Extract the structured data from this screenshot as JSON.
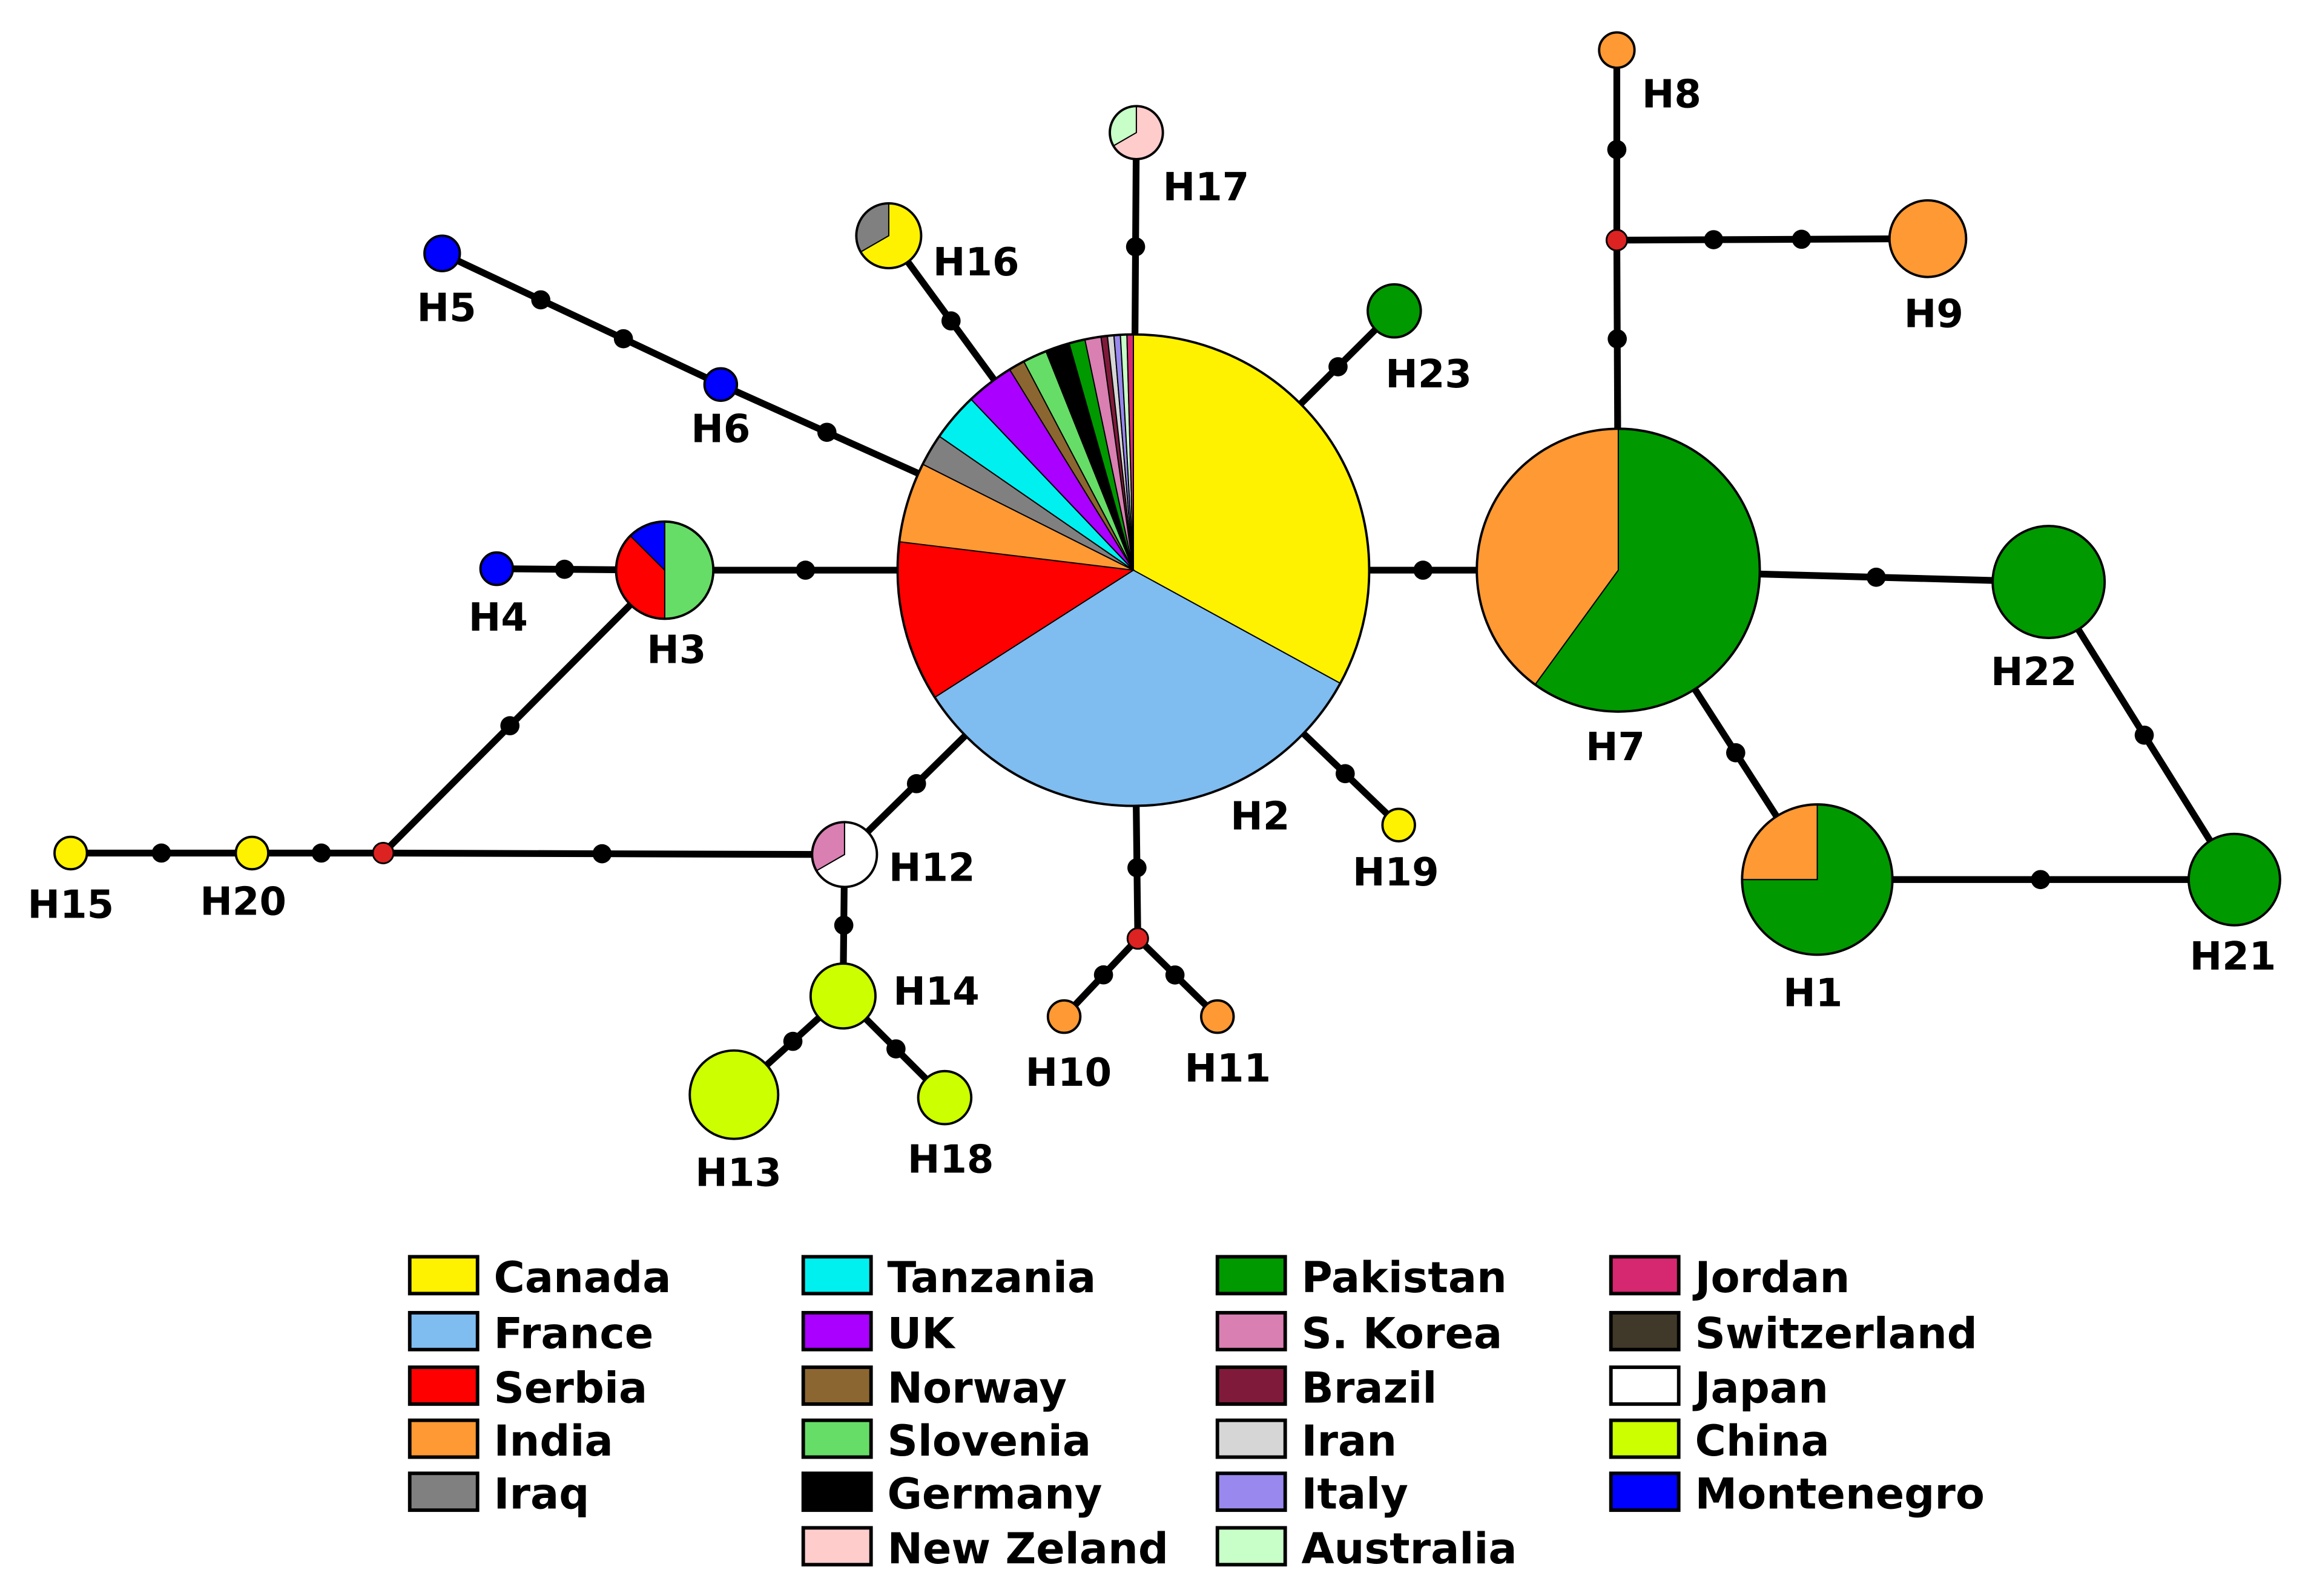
{
  "colors": {
    "Canada": "#FFF200",
    "France": "#7FBCF0",
    "Serbia": "#FF0000",
    "India": "#FF9933",
    "Iraq": "#808080",
    "Tanzania": "#00F0F0",
    "UK": "#AA00FF",
    "Norway": "#8C6630",
    "Slovenia": "#66DD66",
    "Germany": "#000000",
    "New Zeland": "#FFCCCC",
    "Pakistan": "#009900",
    "S. Korea": "#D97FB2",
    "Brazil": "#801A3A",
    "Iran": "#D6D6D6",
    "Italy": "#9988EE",
    "Australia": "#C8FFC8",
    "Jordan": "#D62870",
    "Switzerland": "#403828",
    "Japan": "#FFFFFF",
    "China": "#CCFF00",
    "Montenegro": "#0000FF",
    "median_vector": "#DD2222",
    "mutation": "#000000"
  },
  "legend": [
    [
      "Canada",
      "France",
      "Serbia",
      "India",
      "Iraq"
    ],
    [
      "Tanzania",
      "UK",
      "Norway",
      "Slovenia",
      "Germany",
      "New Zeland"
    ],
    [
      "Pakistan",
      "S. Korea",
      "Brazil",
      "Iran",
      "Italy",
      "Australia"
    ],
    [
      "Jordan",
      "Switzerland",
      "Japan",
      "China",
      "Montenegro"
    ]
  ],
  "haplotypes": {
    "H1": {
      "label": "H1",
      "counts": [
        [
          "Pakistan",
          3
        ],
        [
          "India",
          1
        ]
      ]
    },
    "H2": {
      "label": "H2",
      "counts": [
        [
          "Canada",
          30
        ],
        [
          "France",
          30
        ],
        [
          "Serbia",
          10
        ],
        [
          "India",
          5
        ],
        [
          "Iraq",
          2
        ],
        [
          "Tanzania",
          3
        ],
        [
          "UK",
          3
        ],
        [
          "Norway",
          1
        ],
        [
          "Slovenia",
          1.5
        ],
        [
          "Germany",
          1.5
        ],
        [
          "Pakistan",
          1
        ],
        [
          "S. Korea",
          1
        ],
        [
          "Brazil",
          0.4
        ],
        [
          "Iran",
          0.4
        ],
        [
          "Italy",
          0.4
        ],
        [
          "Australia",
          0.4
        ],
        [
          "Jordan",
          0.4
        ]
      ]
    },
    "H3": {
      "label": "H3",
      "counts": [
        [
          "Slovenia",
          2
        ],
        [
          "Serbia",
          1.5
        ],
        [
          "Montenegro",
          0.5
        ]
      ]
    },
    "H4": {
      "label": "H4",
      "counts": [
        [
          "Montenegro",
          1
        ]
      ]
    },
    "H5": {
      "label": "H5",
      "counts": [
        [
          "Montenegro",
          1
        ]
      ]
    },
    "H6": {
      "label": "H6",
      "counts": [
        [
          "Montenegro",
          1
        ]
      ]
    },
    "H7": {
      "label": "H7",
      "counts": [
        [
          "Pakistan",
          3
        ],
        [
          "India",
          2
        ]
      ]
    },
    "H8": {
      "label": "H8",
      "counts": [
        [
          "India",
          1
        ]
      ]
    },
    "H9": {
      "label": "H9",
      "counts": [
        [
          "India",
          1
        ]
      ]
    },
    "H10": {
      "label": "H10",
      "counts": [
        [
          "India",
          1
        ]
      ]
    },
    "H11": {
      "label": "H11",
      "counts": [
        [
          "India",
          1
        ]
      ]
    },
    "H12": {
      "label": "H12",
      "counts": [
        [
          "Japan",
          2
        ],
        [
          "S. Korea",
          1
        ]
      ]
    },
    "H13": {
      "label": "H13",
      "counts": [
        [
          "China",
          1
        ]
      ]
    },
    "H14": {
      "label": "H14",
      "counts": [
        [
          "China",
          1
        ]
      ]
    },
    "H15": {
      "label": "H15",
      "counts": [
        [
          "Canada",
          1
        ]
      ]
    },
    "H16": {
      "label": "H16",
      "counts": [
        [
          "Canada",
          2
        ],
        [
          "Iraq",
          1
        ]
      ]
    },
    "H17": {
      "label": "H17",
      "counts": [
        [
          "New Zeland",
          2
        ],
        [
          "Australia",
          1
        ]
      ]
    },
    "H18": {
      "label": "H18",
      "counts": [
        [
          "China",
          1
        ]
      ]
    },
    "H19": {
      "label": "H19",
      "counts": [
        [
          "Canada",
          1
        ]
      ]
    },
    "H20": {
      "label": "H20",
      "counts": [
        [
          "Canada",
          1
        ]
      ]
    },
    "H21": {
      "label": "H21",
      "counts": [
        [
          "Pakistan",
          1
        ]
      ]
    },
    "H22": {
      "label": "H22",
      "counts": [
        [
          "Pakistan",
          1
        ]
      ]
    },
    "H23": {
      "label": "H23",
      "counts": [
        [
          "Pakistan",
          1
        ]
      ]
    }
  }
}
